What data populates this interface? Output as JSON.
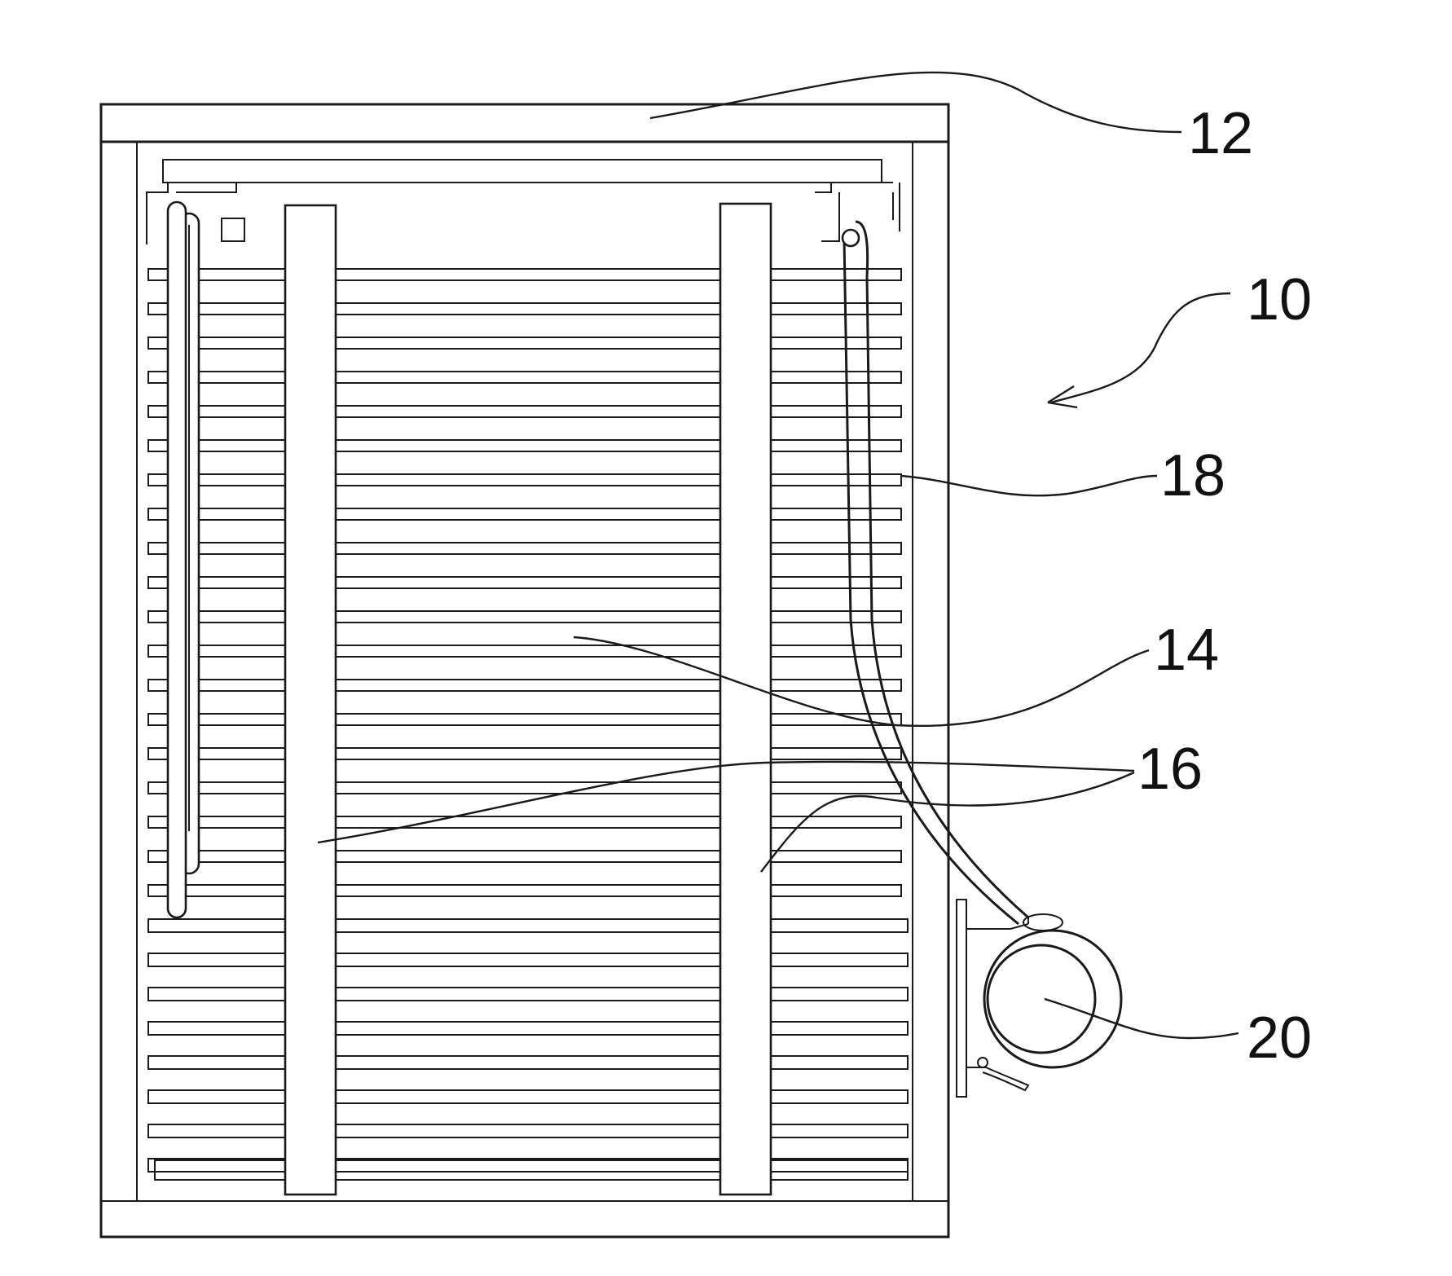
{
  "labels": {
    "frame": "12",
    "assembly": "10",
    "slot": "18",
    "panel": "14",
    "strip": "16",
    "reel": "20"
  }
}
